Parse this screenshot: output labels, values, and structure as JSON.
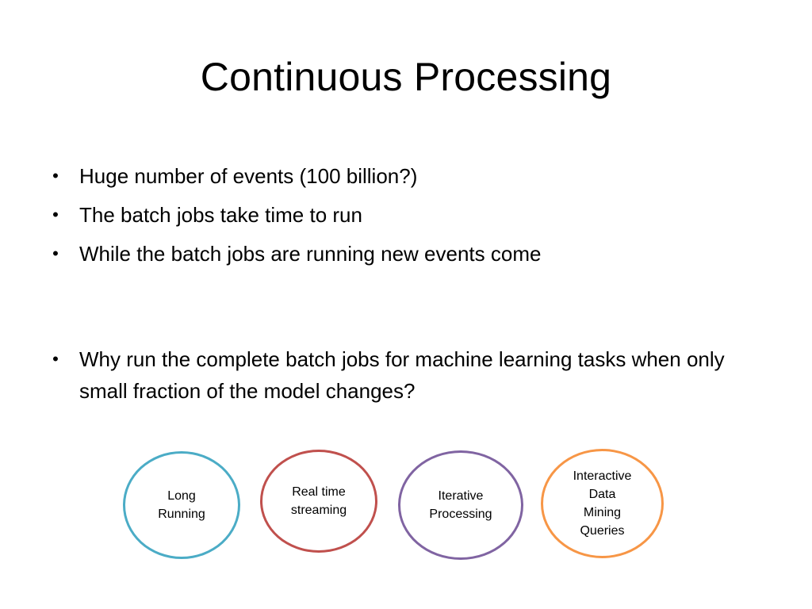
{
  "slide": {
    "title": "Continuous Processing",
    "bullets": [
      "Huge number of events (100 billion?)",
      "The batch jobs take time to run",
      "While the batch jobs are running new events come",
      "Why run the complete batch jobs for machine learning tasks when only small fraction of the model changes?"
    ],
    "bullet_glyph": "•",
    "circles": [
      {
        "label": "Long\nRunning",
        "color": "#4BACC6"
      },
      {
        "label": "Real time\nstreaming",
        "color": "#C0504D"
      },
      {
        "label": "Iterative\nProcessing",
        "color": "#8064A2"
      },
      {
        "label": "Interactive\nData\nMining\nQueries",
        "color": "#F79646"
      }
    ]
  }
}
